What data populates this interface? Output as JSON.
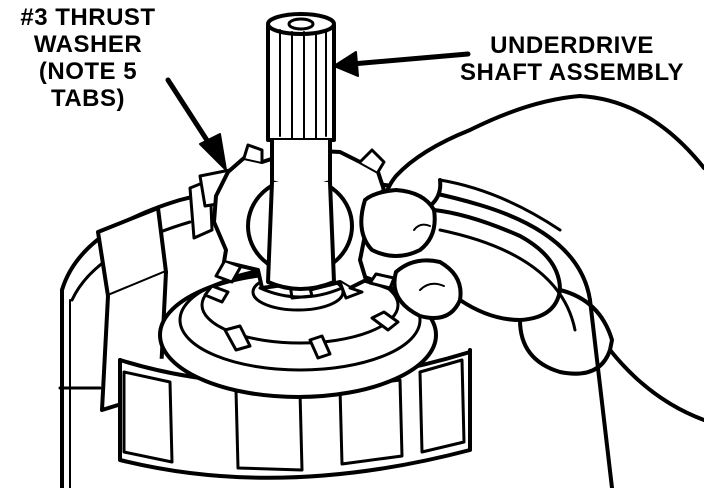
{
  "labels": {
    "washer": {
      "line1": "#3 THRUST",
      "line2": "WASHER",
      "line3": "(NOTE 5",
      "line4": "TABS)"
    },
    "shaft": {
      "line1": "UNDERDRIVE",
      "line2": "SHAFT ASSEMBLY"
    }
  },
  "colors": {
    "ink": "#000000",
    "paper": "#ffffff"
  },
  "icons": [
    "leader-arrow-icon"
  ]
}
